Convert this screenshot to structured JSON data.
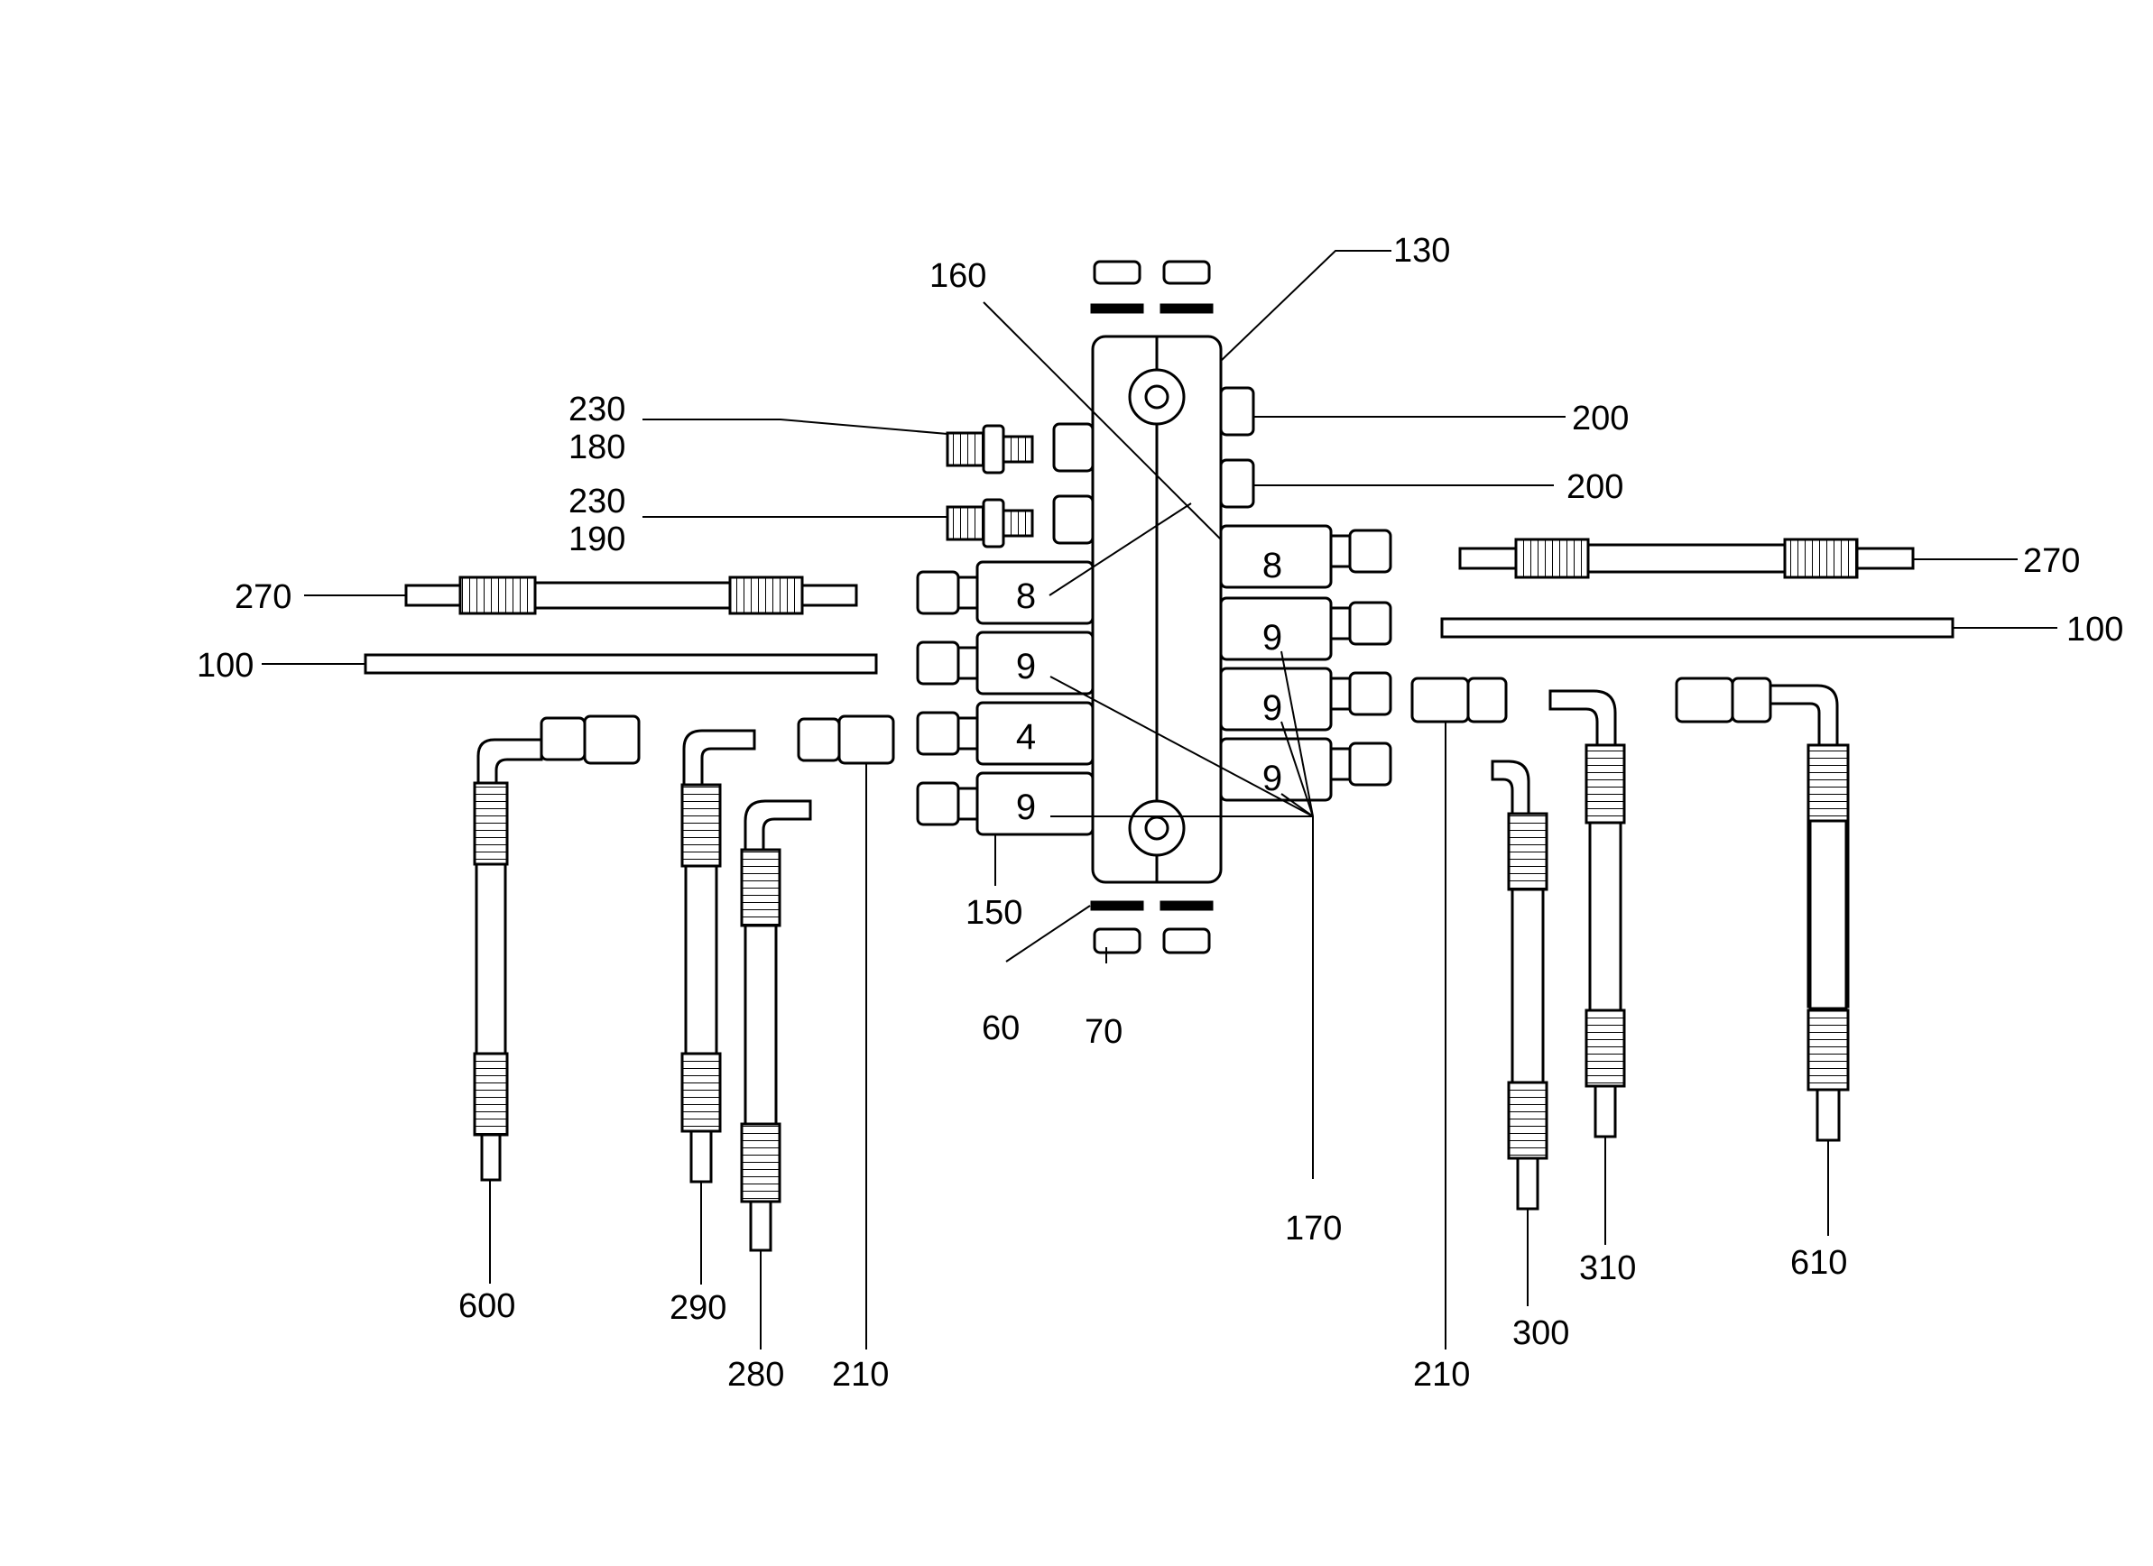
{
  "diagram": {
    "callouts": {
      "c130": "130",
      "c160": "160",
      "c200a": "200",
      "c200b": "200",
      "c230a": "230",
      "c180": "180",
      "c230b": "230",
      "c190": "190",
      "c270l": "270",
      "c270r": "270",
      "c100l": "100",
      "c100r": "100",
      "c150": "150",
      "c60": "60",
      "c70": "70",
      "c170": "170",
      "c600": "600",
      "c290": "290",
      "c280": "280",
      "c210l": "210",
      "c210r": "210",
      "c300": "300",
      "c310": "310",
      "c610": "610"
    },
    "section_labels": {
      "left": [
        "8",
        "9",
        "4",
        "9"
      ],
      "right": [
        "8",
        "9",
        "9",
        "9"
      ]
    }
  }
}
